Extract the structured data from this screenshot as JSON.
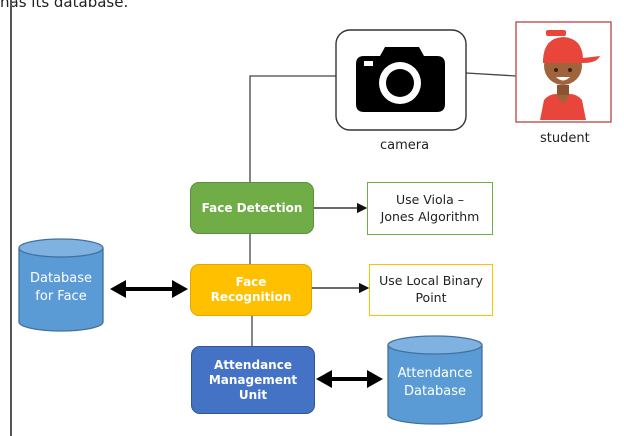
{
  "top_caption": "has its database.",
  "nodes": {
    "camera_label": "camera",
    "student_label": "student",
    "face_detection": "Face Detection",
    "face_recognition": "Face\nRecognition",
    "attendance_unit": "Attendance\nManagement\nUnit",
    "viola_note": "Use Viola –\nJones Algorithm",
    "lbp_note": "Use Local Binary\nPoint",
    "face_db": "Database\nfor Face",
    "attendance_db": "Attendance\nDatabase"
  },
  "colors": {
    "face_detection": "#70ad47",
    "face_recognition": "#ffc000",
    "attendance_unit": "#4472c4",
    "database": "#5b9bd5",
    "database_edge": "#41719c",
    "viola_border": "#70ad47",
    "lbp_border": "#ffc000",
    "student_border": "#c0504d",
    "cap": "#e8463a",
    "skin": "#a0643c"
  }
}
